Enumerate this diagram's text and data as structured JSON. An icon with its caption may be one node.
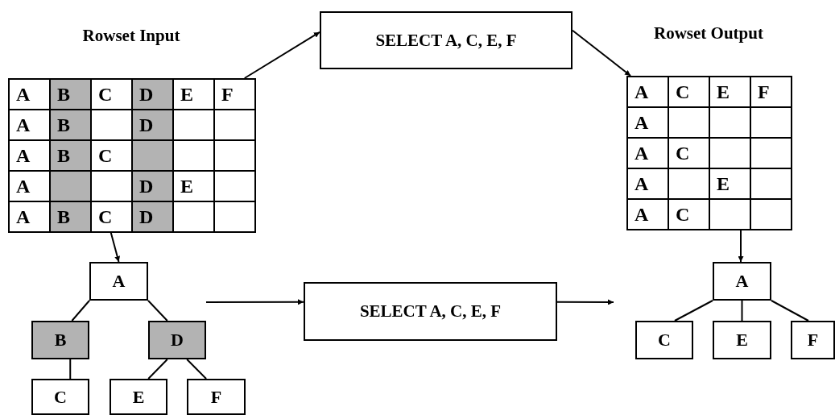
{
  "diagram": {
    "nodes": [
      {
        "text": [
          "Rowset Input"
        ]
      },
      {
        "text": [
          "A"
        ],
        "in": 0
      },
      {
        "text": [
          "B"
        ],
        "in": 0
      },
      {
        "text": [
          "C"
        ],
        "in": 0
      },
      {
        "text": [
          "D"
        ],
        "in": 0
      },
      {
        "text": [
          "E"
        ],
        "in": 0
      },
      {
        "text": [
          "F"
        ],
        "in": 0
      },
      {
        "text": [
          "A"
        ],
        "in": 0
      },
      {
        "text": [
          "B"
        ],
        "in": 0
      },
      {
        "text": [],
        "shape": "box",
        "in": 0
      },
      {
        "text": [
          "D"
        ],
        "in": 0
      },
      {
        "text": [],
        "shape": "box",
        "in": 0
      },
      {
        "text": [],
        "shape": "box",
        "in": 0
      },
      {
        "text": [
          "A"
        ],
        "in": 0
      },
      {
        "text": [
          "B"
        ],
        "in": 0
      },
      {
        "text": [
          "C"
        ],
        "in": 0
      },
      {
        "text": [],
        "shape": "box",
        "in": 0
      },
      {
        "text": [],
        "shape": "box",
        "in": 0
      },
      {
        "text": [],
        "shape": "box",
        "in": 0
      },
      {
        "text": [
          "A"
        ],
        "in": 0
      },
      {
        "text": [],
        "shape": "box",
        "in": 0
      },
      {
        "text": [],
        "shape": "box",
        "in": 0
      },
      {
        "text": [
          "D"
        ],
        "in": 0
      },
      {
        "text": [
          "E"
        ],
        "in": 0
      },
      {
        "text": [],
        "shape": "box",
        "in": 0
      },
      {
        "text": [
          "A"
        ],
        "in": 0
      },
      {
        "text": [
          "B"
        ],
        "in": 0
      },
      {
        "text": [
          "C"
        ],
        "in": 0
      },
      {
        "text": [
          "D"
        ],
        "in": 0
      },
      {
        "text": [],
        "shape": "box",
        "in": 0
      },
      {
        "text": [],
        "shape": "box",
        "in": 0
      },
      {
        "text": [
          "SELECT A, C, E, F"
        ]
      },
      {
        "text": [
          "Rowset Output"
        ]
      },
      {
        "text": [
          "A"
        ],
        "in": 32
      },
      {
        "text": [
          "C"
        ],
        "in": 32
      },
      {
        "text": [
          "E"
        ],
        "in": 32
      },
      {
        "text": [
          "F"
        ],
        "in": 32
      },
      {
        "text": [
          "A"
        ],
        "in": 32
      },
      {
        "text": [],
        "shape": "box",
        "in": 32
      },
      {
        "text": [],
        "shape": "box",
        "in": 32
      },
      {
        "text": [],
        "shape": "box",
        "in": 32
      },
      {
        "text": [
          "A"
        ],
        "in": 32
      },
      {
        "text": [
          "C"
        ],
        "in": 32
      },
      {
        "text": [],
        "shape": "box",
        "in": 32
      },
      {
        "text": [],
        "shape": "box",
        "in": 32
      },
      {
        "text": [
          "A"
        ],
        "in": 32
      },
      {
        "text": [],
        "shape": "box",
        "in": 32
      },
      {
        "text": [
          "E"
        ],
        "in": 32
      },
      {
        "text": [],
        "shape": "box",
        "in": 32
      },
      {
        "text": [
          "A"
        ],
        "in": 32
      },
      {
        "text": [
          "C"
        ],
        "in": 32
      },
      {
        "text": [],
        "shape": "box",
        "in": 32
      },
      {
        "text": [],
        "shape": "box",
        "in": 32
      },
      {
        "text": [
          "A"
        ]
      },
      {
        "text": [
          "B"
        ]
      },
      {
        "text": [
          "D"
        ]
      },
      {
        "text": [
          "C"
        ]
      },
      {
        "text": [
          "E"
        ]
      },
      {
        "text": [
          "F"
        ]
      },
      {
        "text": [
          "SELECT A, C, E, F"
        ]
      },
      {
        "text": [
          "A"
        ]
      },
      {
        "text": [
          "C"
        ]
      },
      {
        "text": [
          "E"
        ]
      },
      {
        "text": [
          "F"
        ]
      }
    ],
    "edges": [
      {
        "from": 0,
        "to": 31,
        "arrow": "to"
      },
      {
        "from": 31,
        "to": 32,
        "arrow": "to"
      },
      {
        "from": 0,
        "to": 53,
        "arrow": "to"
      },
      {
        "from": 32,
        "to": 60,
        "arrow": "to"
      },
      {
        "from": 53,
        "to": 54,
        "arrow": "none"
      },
      {
        "from": 53,
        "to": 55,
        "arrow": "none"
      },
      {
        "from": 54,
        "to": 56,
        "arrow": "none"
      },
      {
        "from": 55,
        "to": 57,
        "arrow": "none"
      },
      {
        "from": 55,
        "to": 58,
        "arrow": "none"
      },
      {
        "from": null,
        "to": 59,
        "arrow": "to"
      },
      {
        "from": 59,
        "to": null,
        "arrow": "to"
      },
      {
        "from": 60,
        "to": 61,
        "arrow": "none"
      },
      {
        "from": 60,
        "to": 62,
        "arrow": "none"
      },
      {
        "from": 60,
        "to": 63,
        "arrow": "none"
      }
    ]
  }
}
